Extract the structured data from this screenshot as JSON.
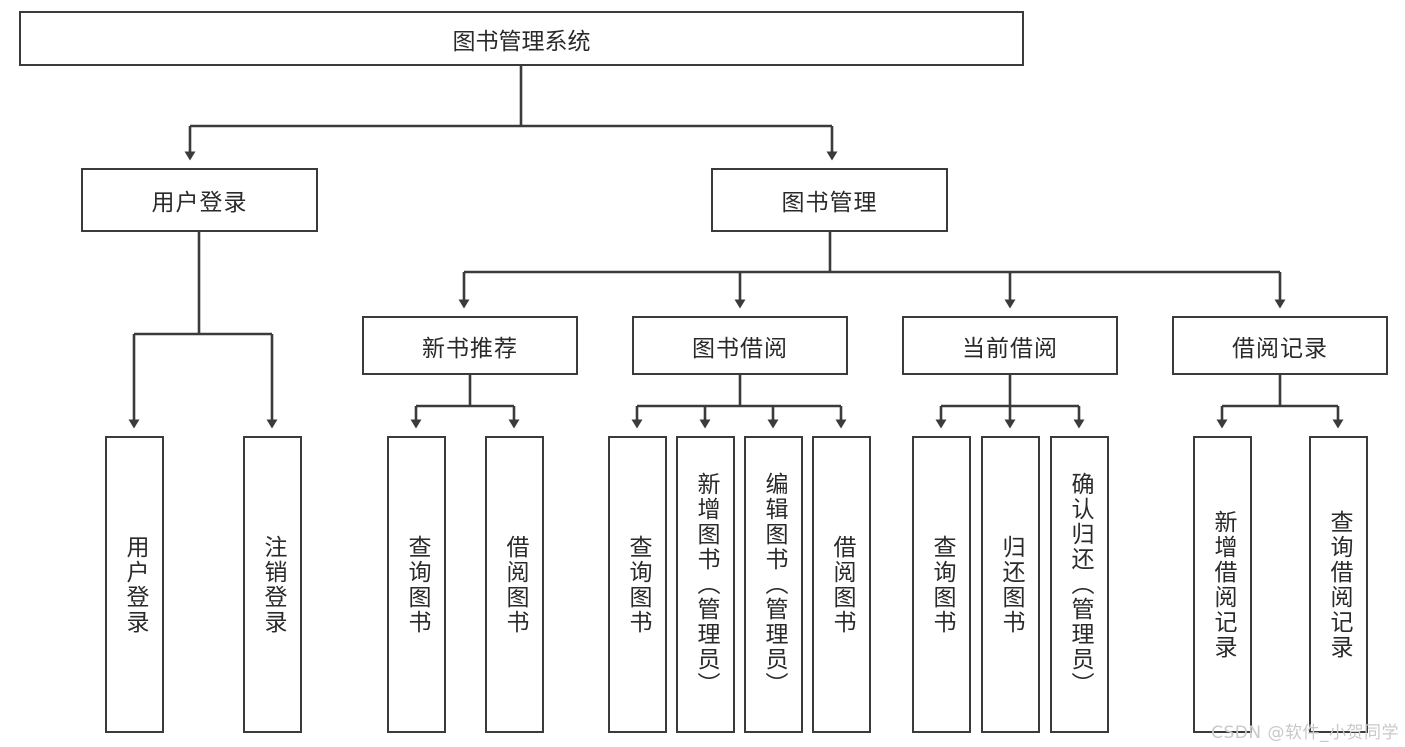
{
  "diagram": {
    "type": "tree",
    "title": "图书管理系统",
    "watermark": "CSDN @软件_小贺同学",
    "colors": {
      "stroke": "#3b3b3b",
      "fill": "#ffffff",
      "text": "#2a2a2a",
      "watermark": "#c9c9c9"
    },
    "nodes": {
      "root": {
        "label": "图书管理系统"
      },
      "level2": [
        {
          "id": "user-login",
          "label": "用户登录"
        },
        {
          "id": "book-manage",
          "label": "图书管理"
        }
      ],
      "level3": [
        {
          "id": "new-book-rec",
          "label": "新书推荐"
        },
        {
          "id": "book-borrow",
          "label": "图书借阅"
        },
        {
          "id": "current-borrow",
          "label": "当前借阅"
        },
        {
          "id": "borrow-record",
          "label": "借阅记录"
        }
      ],
      "leaves": {
        "user_login": [
          {
            "id": "leaf-user-login",
            "label": "用户登录"
          },
          {
            "id": "leaf-user-logout",
            "label": "注销登录"
          }
        ],
        "new_book_rec": [
          {
            "id": "leaf-query-book-1",
            "label": "查询图书"
          },
          {
            "id": "leaf-borrow-book-1",
            "label": "借阅图书"
          }
        ],
        "book_borrow": [
          {
            "id": "leaf-query-book-2",
            "label": "查询图书"
          },
          {
            "id": "leaf-add-book",
            "label": "新增图书（管理员）"
          },
          {
            "id": "leaf-edit-book",
            "label": "编辑图书（管理员）"
          },
          {
            "id": "leaf-borrow-book-2",
            "label": "借阅图书"
          }
        ],
        "current_borrow": [
          {
            "id": "leaf-query-book-3",
            "label": "查询图书"
          },
          {
            "id": "leaf-return-book",
            "label": "归还图书"
          },
          {
            "id": "leaf-confirm-return",
            "label": "确认归还（管理员）"
          }
        ],
        "borrow_record": [
          {
            "id": "leaf-add-record",
            "label": "新增借阅记录"
          },
          {
            "id": "leaf-query-record",
            "label": "查询借阅记录"
          }
        ]
      }
    }
  }
}
